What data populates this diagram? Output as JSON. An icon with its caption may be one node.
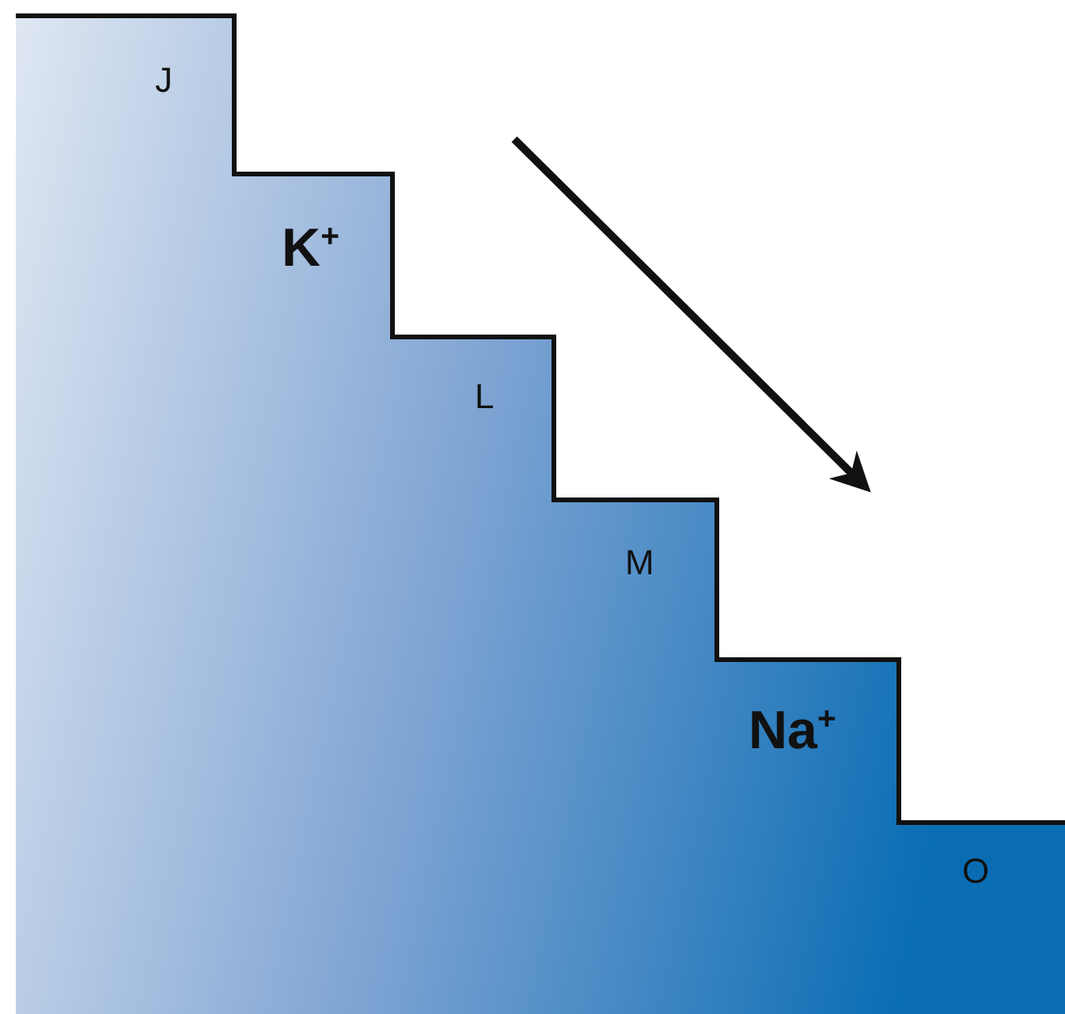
{
  "diagram": {
    "labels": [
      "J",
      "K$^{+}$",
      "L",
      "M",
      "Na$^{+}$",
      "O"
    ]
  }
}
